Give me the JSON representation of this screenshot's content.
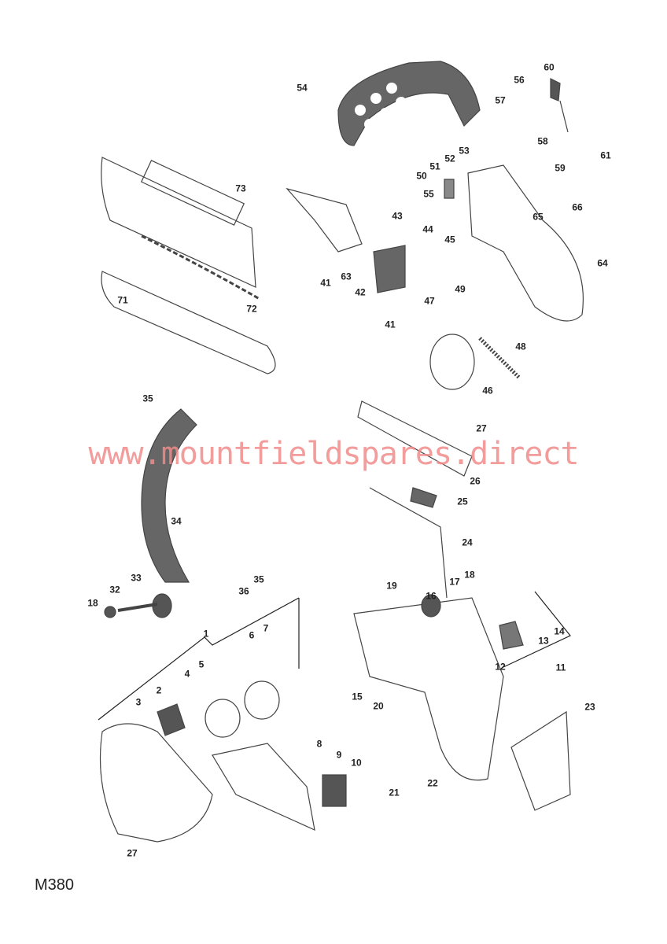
{
  "diagram_code": "M380",
  "watermark": "www.mountfieldspares.direct",
  "callouts": [
    "54",
    "60",
    "56",
    "57",
    "53",
    "52",
    "51",
    "50",
    "58",
    "59",
    "61",
    "73",
    "55",
    "65",
    "66",
    "43",
    "44",
    "45",
    "41",
    "63",
    "42",
    "64",
    "49",
    "47",
    "41",
    "48",
    "46",
    "71",
    "72",
    "35",
    "27",
    "26",
    "25",
    "34",
    "24",
    "35",
    "36",
    "33",
    "32",
    "18",
    "18",
    "19",
    "16",
    "17",
    "14",
    "13",
    "12",
    "11",
    "1",
    "6",
    "7",
    "5",
    "4",
    "2",
    "3",
    "15",
    "20",
    "23",
    "8",
    "9",
    "10",
    "21",
    "22",
    "27"
  ],
  "colors": {
    "part_dark": "#555555",
    "part_line": "#444444",
    "watermark": "#f28b8b"
  }
}
